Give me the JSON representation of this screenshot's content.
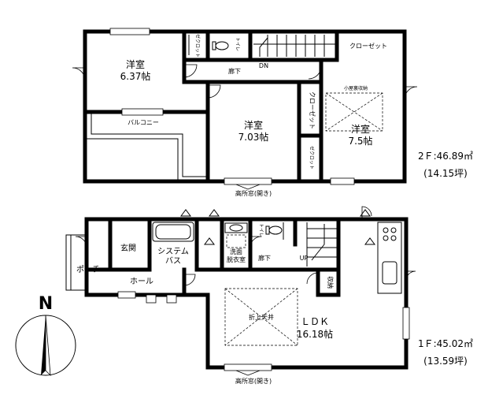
{
  "floor2": {
    "room_youshitsu_a": "洋室",
    "room_youshitsu_a_size": "6.37帖",
    "room_youshitsu_b": "洋室",
    "room_youshitsu_b_size": "7.03帖",
    "room_youshitsu_c": "洋室",
    "room_youshitsu_c_size": "7.5帖",
    "closet_small_a": "ゼクロット",
    "toilet": "トイレ",
    "closet_top": "クローゼット",
    "down": "DN",
    "hallway": "廊下",
    "attic_storage": "小屋裏収納",
    "closet_vertical": "クローゼット",
    "closet_small_b": "ゼクロット",
    "balcony": "バルコニー",
    "high_window": "高所窓(開き)",
    "area": "2Ｆ:46.89㎡",
    "area_tsubo": "(14.15坪)"
  },
  "floor1": {
    "entrance": "玄関",
    "porch": "ポーチ",
    "hall": "ホール",
    "system_bath": "システムバス",
    "washroom": "洗面脱衣室",
    "toilet": "トイレ",
    "hallway": "廊下",
    "up": "UP",
    "storage": "収納",
    "ldk": "ＬＤＫ",
    "ldk_size": "16.18帖",
    "ceiling": "折上天井",
    "high_window": "高所窓(開き)",
    "area": "1Ｆ:45.02㎡",
    "area_tsubo": "(13.59坪)"
  },
  "compass": {
    "north": "N"
  }
}
